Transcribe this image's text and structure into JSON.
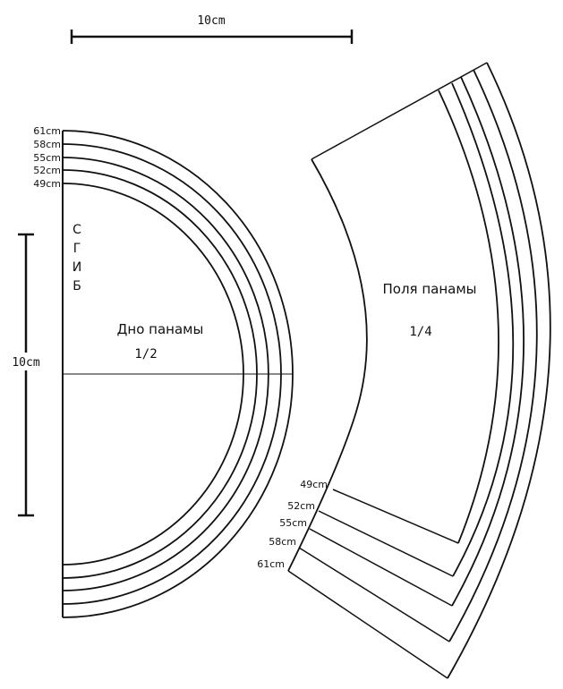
{
  "scale_bar_horizontal": {
    "label": "10cm"
  },
  "scale_bar_vertical": {
    "label": "10cm"
  },
  "crown_piece": {
    "title": "Дно панамы",
    "fraction": "1/2",
    "fold_letters": [
      "С",
      "Г",
      "И",
      "Б"
    ],
    "sizes": [
      "61cm",
      "58cm",
      "55cm",
      "52cm",
      "49cm"
    ]
  },
  "brim_piece": {
    "title": "Поля панамы",
    "fraction": "1/4",
    "sizes": [
      "49cm",
      "52cm",
      "55cm",
      "58cm",
      "61cm"
    ]
  }
}
